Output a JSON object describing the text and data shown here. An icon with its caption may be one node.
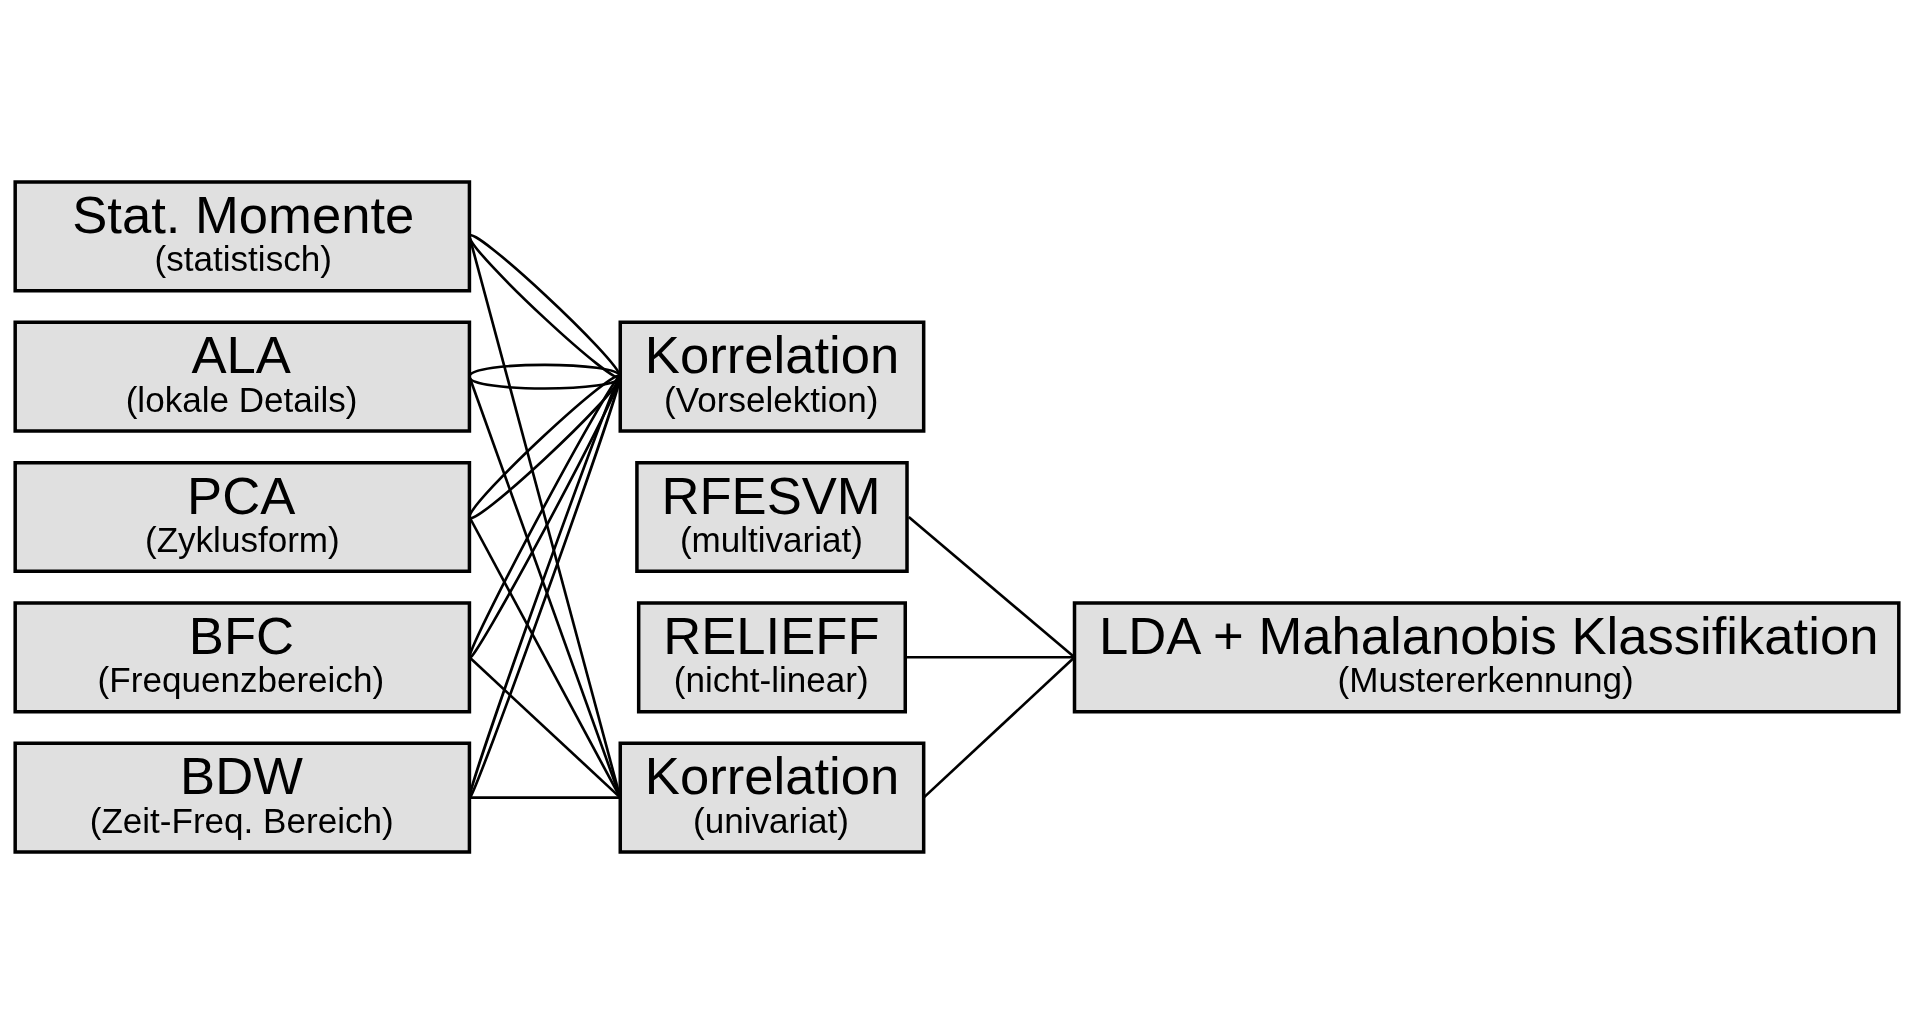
{
  "diagram": {
    "nodes": [
      {
        "text": [
          "ALA",
          "(lokale Details)"
        ]
      },
      {
        "text": [
          "PCA",
          "(Zyklusform)"
        ]
      },
      {
        "text": [
          "BFC",
          "(Frequenzbereich)"
        ]
      },
      {
        "text": [
          "BDW",
          "(Zeit-Freq. Bereich)"
        ]
      },
      {
        "text": [
          "Stat. Momente",
          "(statistisch)"
        ]
      },
      {
        "text": [
          "Korrelation",
          "(Vorselektion)"
        ]
      },
      {
        "text": [
          "RFESVM",
          "(multivariat)"
        ]
      },
      {
        "text": [
          "RELIEFF",
          "(nicht-linear)"
        ]
      },
      {
        "text": [
          "Korrelation",
          "(univariat)"
        ]
      },
      {
        "text": [
          "LDA + Mahalanobis Klassifikation",
          "(Mustererkennung)"
        ]
      }
    ],
    "edges": [
      {
        "from": 0,
        "to": 5,
        "arrow": "none"
      },
      {
        "from": 0,
        "to": 5,
        "arrow": "none"
      },
      {
        "from": 0,
        "to": 8,
        "arrow": "none"
      },
      {
        "from": 1,
        "to": 5,
        "arrow": "none"
      },
      {
        "from": 1,
        "to": 5,
        "arrow": "none"
      },
      {
        "from": 1,
        "to": 8,
        "arrow": "none"
      },
      {
        "from": 2,
        "to": 5,
        "arrow": "none"
      },
      {
        "from": 2,
        "to": 5,
        "arrow": "none"
      },
      {
        "from": 2,
        "to": 8,
        "arrow": "none"
      },
      {
        "from": 3,
        "to": 5,
        "arrow": "none"
      },
      {
        "from": 3,
        "to": 5,
        "arrow": "none"
      },
      {
        "from": 3,
        "to": 8,
        "arrow": "none"
      },
      {
        "from": 4,
        "to": 5,
        "arrow": "none"
      },
      {
        "from": 4,
        "to": 5,
        "arrow": "none"
      },
      {
        "from": 4,
        "to": 8,
        "arrow": "none"
      },
      {
        "from": 6,
        "to": 9,
        "arrow": "none"
      },
      {
        "from": 7,
        "to": 9,
        "arrow": "none"
      },
      {
        "from": 8,
        "to": 9,
        "arrow": "none"
      }
    ]
  }
}
